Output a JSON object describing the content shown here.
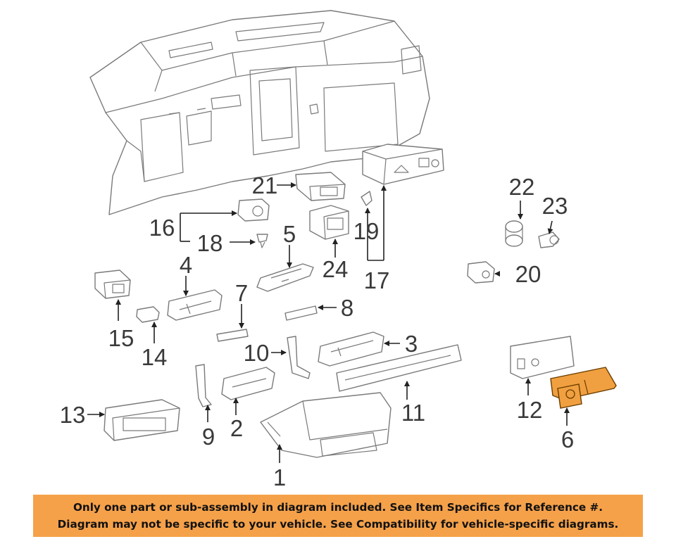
{
  "diagram": {
    "highlight_color": "#f0a040",
    "highlighted_part": "6",
    "callouts": [
      "1",
      "2",
      "3",
      "4",
      "5",
      "6",
      "7",
      "8",
      "9",
      "10",
      "11",
      "12",
      "13",
      "14",
      "15",
      "16",
      "17",
      "18",
      "19",
      "20",
      "21",
      "22",
      "23",
      "24"
    ]
  },
  "footer": {
    "background": "#f5a14a",
    "line1": "Only one part or sub-assembly in diagram included. See Item Specifics for Reference #.",
    "line2": "Diagram may not be specific to your vehicle. See Compatibility for vehicle-specific diagrams."
  }
}
